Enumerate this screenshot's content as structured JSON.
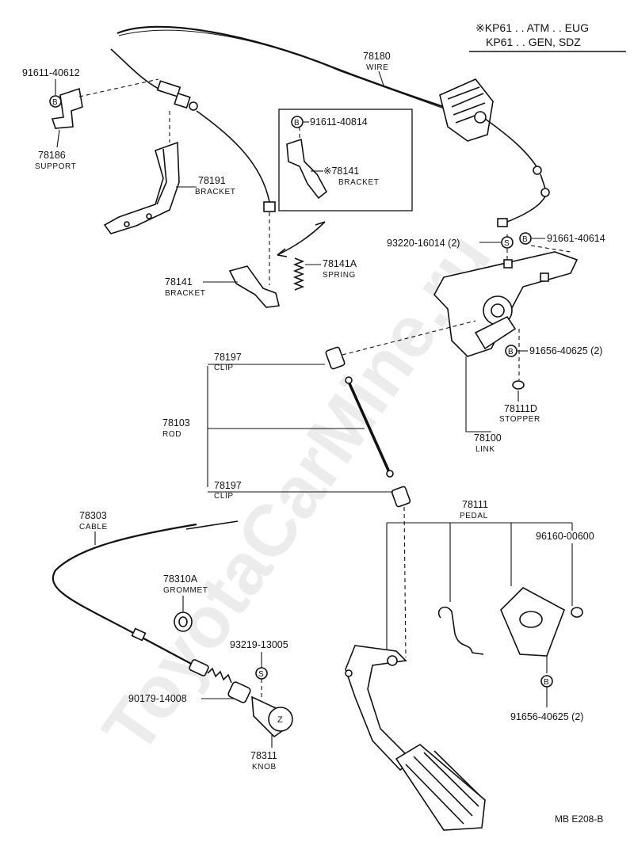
{
  "note": {
    "line1": "※KP61 . . ATM . . EUG",
    "line2": "KP61 . . GEN, SDZ"
  },
  "fastener_markers": {
    "bolt": "B",
    "screw": "S"
  },
  "parts": {
    "p78180": {
      "num": "78180",
      "name": "WIRE"
    },
    "p91611_40612": {
      "num": "91611-40612"
    },
    "p78186": {
      "num": "78186",
      "name": "SUPPORT"
    },
    "p91611_40814": {
      "num": "91611-40814"
    },
    "p78141_marked": {
      "num": "※78141",
      "name": "BRACKET"
    },
    "p78191": {
      "num": "78191",
      "name": "BRACKET"
    },
    "p78141A": {
      "num": "78141A",
      "name": "SPRING"
    },
    "p78141": {
      "num": "78141",
      "name": "BRACKET"
    },
    "p93220": {
      "num": "93220-16014 (2)"
    },
    "p91661": {
      "num": "91661-40614"
    },
    "p91656_2a": {
      "num": "91656-40625 (2)"
    },
    "p78197_top": {
      "num": "78197",
      "name": "CLIP"
    },
    "p78103": {
      "num": "78103",
      "name": "ROD"
    },
    "p78197_bot": {
      "num": "78197",
      "name": "CLIP"
    },
    "p78111D": {
      "num": "78111D",
      "name": "STOPPER"
    },
    "p78100": {
      "num": "78100",
      "name": "LINK"
    },
    "p78303": {
      "num": "78303",
      "name": "CABLE"
    },
    "p78111": {
      "num": "78111",
      "name": "PEDAL"
    },
    "p96160": {
      "num": "96160-00600"
    },
    "p78310A": {
      "num": "78310A",
      "name": "GROMMET"
    },
    "p93219": {
      "num": "93219-13005"
    },
    "p90179": {
      "num": "90179-14008"
    },
    "p91656_2b": {
      "num": "91656-40625 (2)"
    },
    "p78311": {
      "num": "78311",
      "name": "KNOB"
    }
  },
  "watermark": "ToyotaCarMine.ru",
  "diagram_code": "MB  E208-B"
}
